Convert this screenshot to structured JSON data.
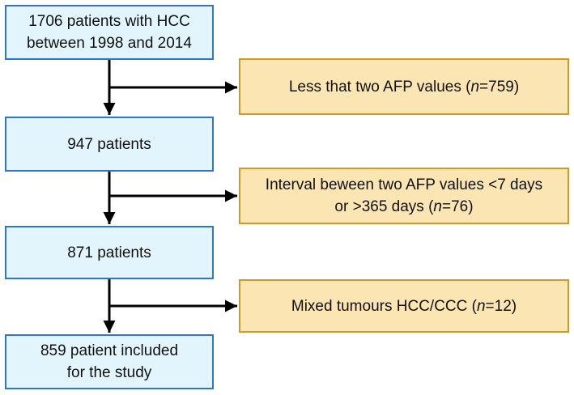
{
  "main_steps": [
    {
      "lines": [
        "1706 patients with HCC",
        "between 1998 and 2014"
      ]
    },
    {
      "lines": [
        "947 patients"
      ]
    },
    {
      "lines": [
        "871 patients"
      ]
    },
    {
      "lines": [
        "859 patient included",
        "for the study"
      ]
    }
  ],
  "exclusions": [
    {
      "lines": [
        [
          "Less that two AFP values (",
          "n",
          "=759)"
        ]
      ]
    },
    {
      "lines": [
        [
          "Interval beween two AFP values <7 days"
        ],
        [
          "or >365 days (",
          "n",
          "=76)"
        ]
      ]
    },
    {
      "lines": [
        [
          "Mixed tumours HCC/CCC (",
          "n",
          "=12)"
        ]
      ]
    }
  ],
  "colors": {
    "main_fill": "#e3f5fc",
    "main_border": "#2f76c6",
    "exclusion_fill": "#fbe5b2",
    "exclusion_border": "#d09a2a",
    "arrow": "#000000"
  }
}
